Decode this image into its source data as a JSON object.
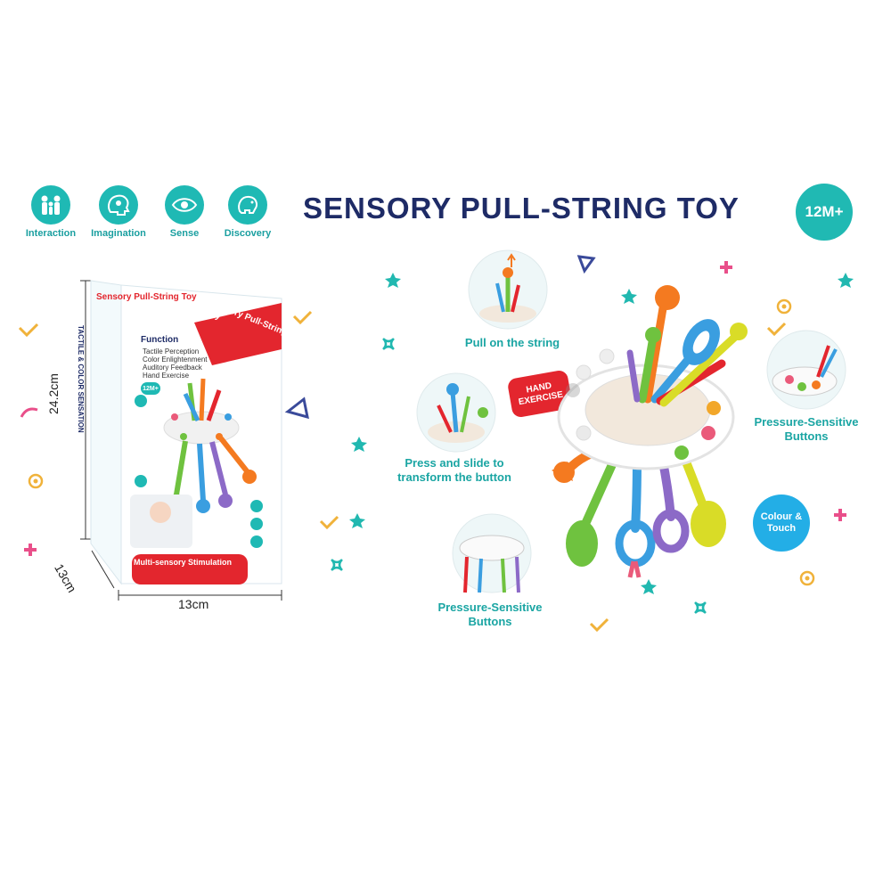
{
  "features": [
    {
      "icon": "family-icon",
      "label": "Interaction"
    },
    {
      "icon": "head-icon",
      "label": "Imagination"
    },
    {
      "icon": "eye-icon",
      "label": "Sense"
    },
    {
      "icon": "elephant-icon",
      "label": "Discovery"
    }
  ],
  "title": "SENSORY PULL-STRING TOY",
  "age_badge": "12M+",
  "package": {
    "brand_text": "Sensory Pull-String Toy",
    "side_text": "TACTILE & COLOR SENSATION",
    "function_heading": "Function",
    "function_items": [
      "Tactile Perception",
      "Color Enlightenment",
      "Auditory Feedback",
      "Hand Exercise"
    ],
    "age": "12M+",
    "banner": "Multi-sensory Stimulation",
    "dims": {
      "height": "24.2cm",
      "depth": "13cm",
      "width": "13cm"
    }
  },
  "callouts": {
    "pull": "Pull on the string",
    "press": "Press and slide to transform the button",
    "pressure_left": "Pressure-Sensitive Buttons",
    "pressure_right": "Pressure-Sensitive Buttons",
    "hand_exercise": "HAND EXERCISE",
    "colour_touch": "Colour & Touch"
  },
  "colors": {
    "teal": "#1fb9b4",
    "navy": "#1e2b66",
    "red": "#e3262e",
    "orange": "#f47a20",
    "green": "#6fc23f",
    "blue": "#3a9ee0",
    "purple": "#8c6ac7",
    "yellow": "#d9dc27"
  }
}
